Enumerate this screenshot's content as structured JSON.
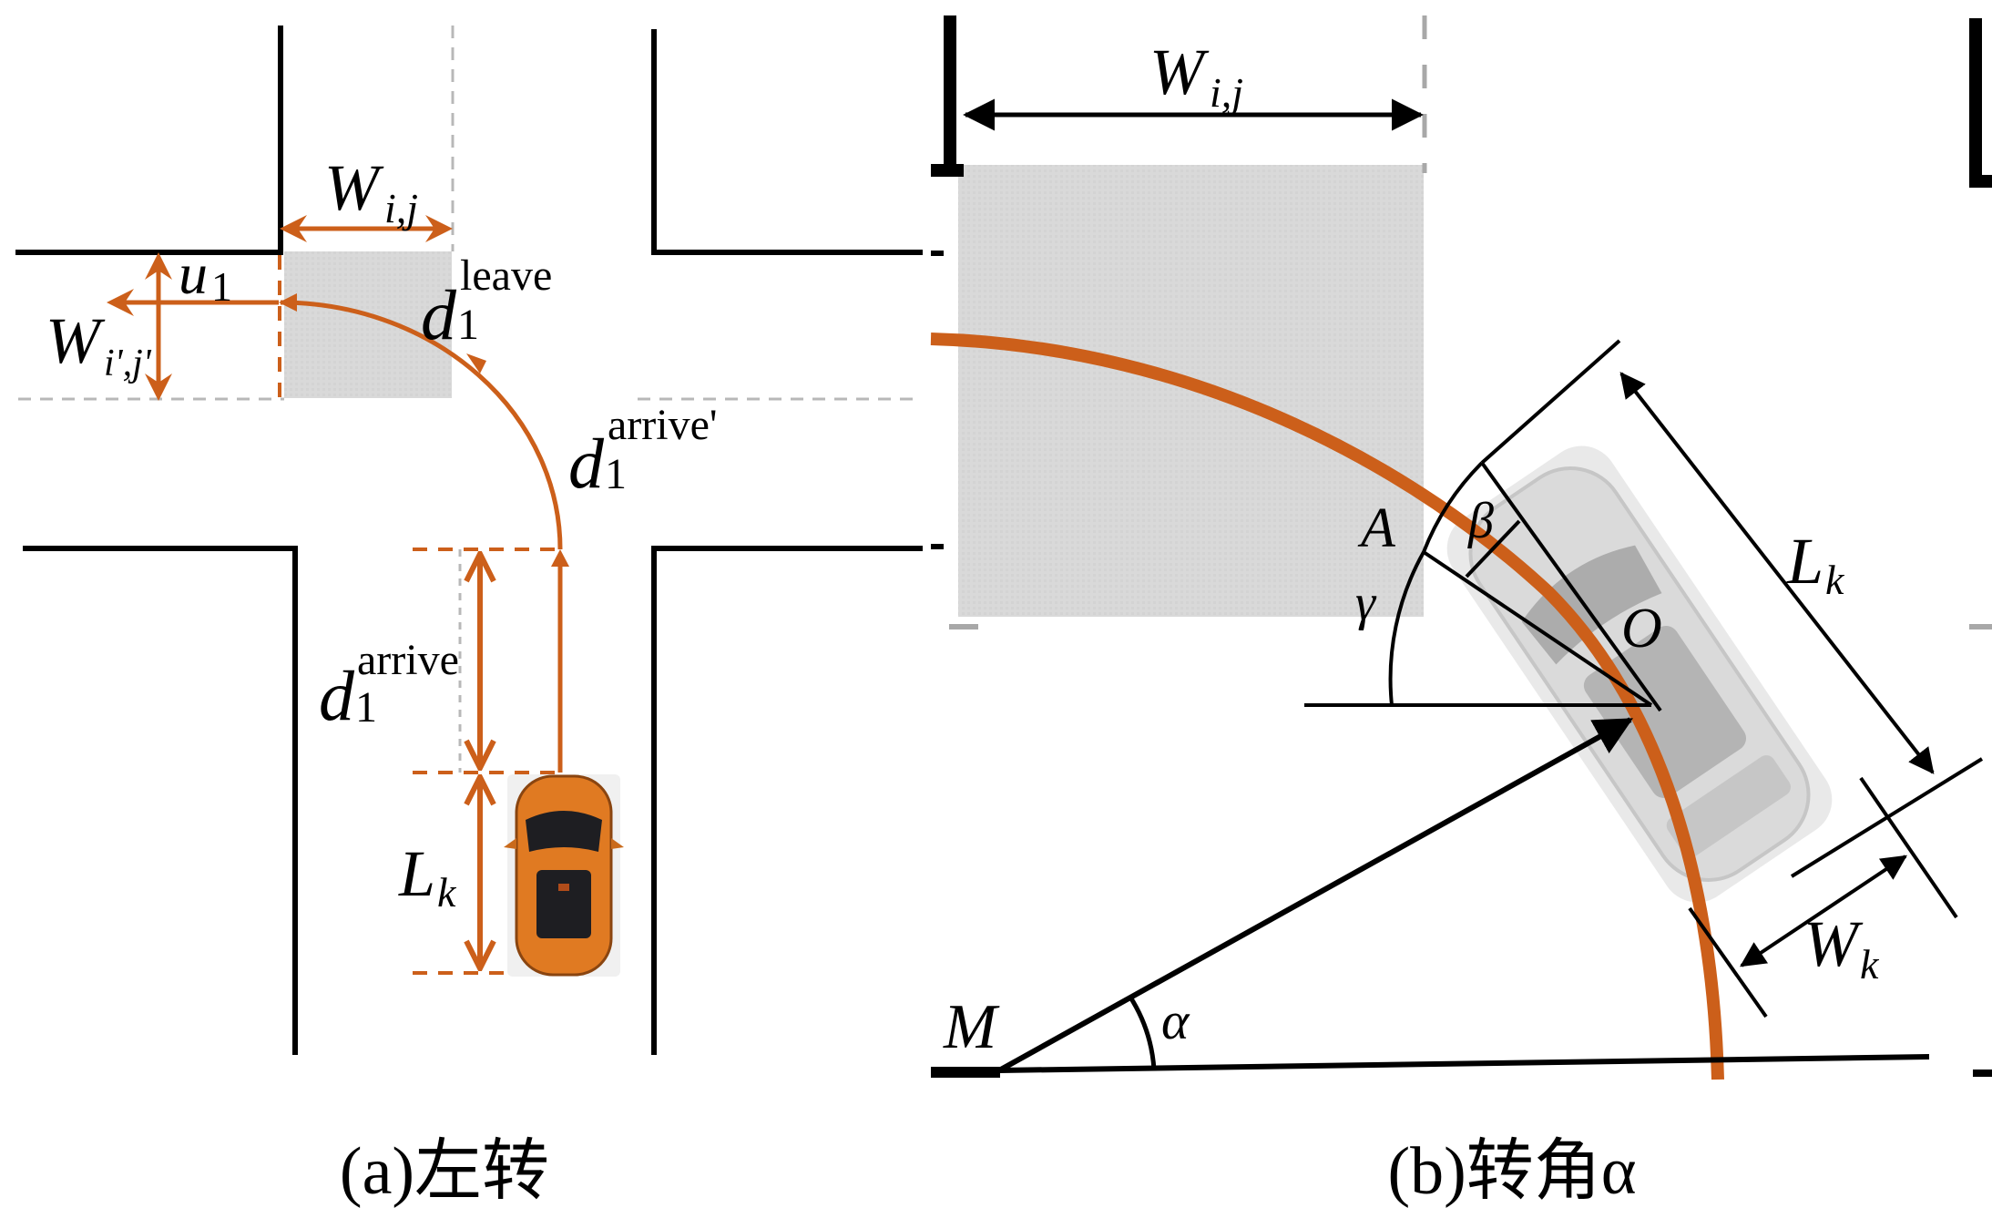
{
  "figure": {
    "panel_a": {
      "caption": "(a)左转",
      "labels": {
        "w_ij": {
          "main": "W",
          "sub": "i,j"
        },
        "u1": {
          "main": "u",
          "sub": "1"
        },
        "w_ipjp": {
          "main": "W",
          "sub": "i',j'"
        },
        "d_leave": {
          "main": "d",
          "sub": "1",
          "sup": "leave"
        },
        "d_arrive_prime": {
          "main": "d",
          "sub": "1",
          "sup": "arrive'"
        },
        "d_arrive": {
          "main": "d",
          "sub": "1",
          "sup": "arrive"
        },
        "l_k": {
          "main": "L",
          "sub": "k"
        }
      },
      "vehicle_color": "#e07a22"
    },
    "panel_b": {
      "caption": "(b)转角α",
      "labels": {
        "w_ij": {
          "main": "W",
          "sub": "i,j"
        },
        "point_a": "A",
        "beta": "β",
        "gamma": "γ",
        "point_o": "O",
        "l_k": {
          "main": "L",
          "sub": "k"
        },
        "w_k": {
          "main": "W",
          "sub": "k"
        },
        "point_m": "M",
        "alpha": "α"
      },
      "vehicle_color": "#c8c8c8"
    },
    "colors": {
      "path_orange": "#cc5f1a",
      "conflict_zone_grey": "#d9d9d9",
      "road_edge": "#000000"
    }
  }
}
